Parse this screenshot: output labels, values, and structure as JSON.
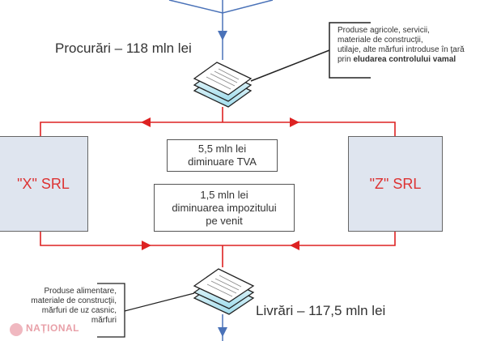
{
  "procurari_label": "Procurări – 118 mln lei",
  "livrari_label": "Livrări – 117,5 mln lei",
  "note_top": {
    "lines": [
      "Produse agricole, servicii,",
      "materiale de construcţii,",
      "utilaje, alte mărfuri introduse în ţară"
    ],
    "prefix": "prin ",
    "bold": "eludarea controlului vamal"
  },
  "note_bottom": {
    "lines": [
      "Produse alimentare,",
      "materiale de construcţii,",
      "mărfuri de uz casnic,",
      "mărfuri"
    ]
  },
  "firm_left": "\"X\" SRL",
  "firm_right": "\"Z\" SRL",
  "box_tva": {
    "line1": "5,5 mln lei",
    "line2": "diminuare TVA"
  },
  "box_impozit": {
    "line1": "1,5 mln lei",
    "line2": "diminuarea impozitului",
    "line3": "pe venit"
  },
  "watermark": "NAȚIONAL",
  "colors": {
    "flow_red": "#dd2222",
    "flow_blue": "#4a72b8",
    "firm_fill": "#dfe5ef",
    "firm_text": "#dd3333"
  }
}
